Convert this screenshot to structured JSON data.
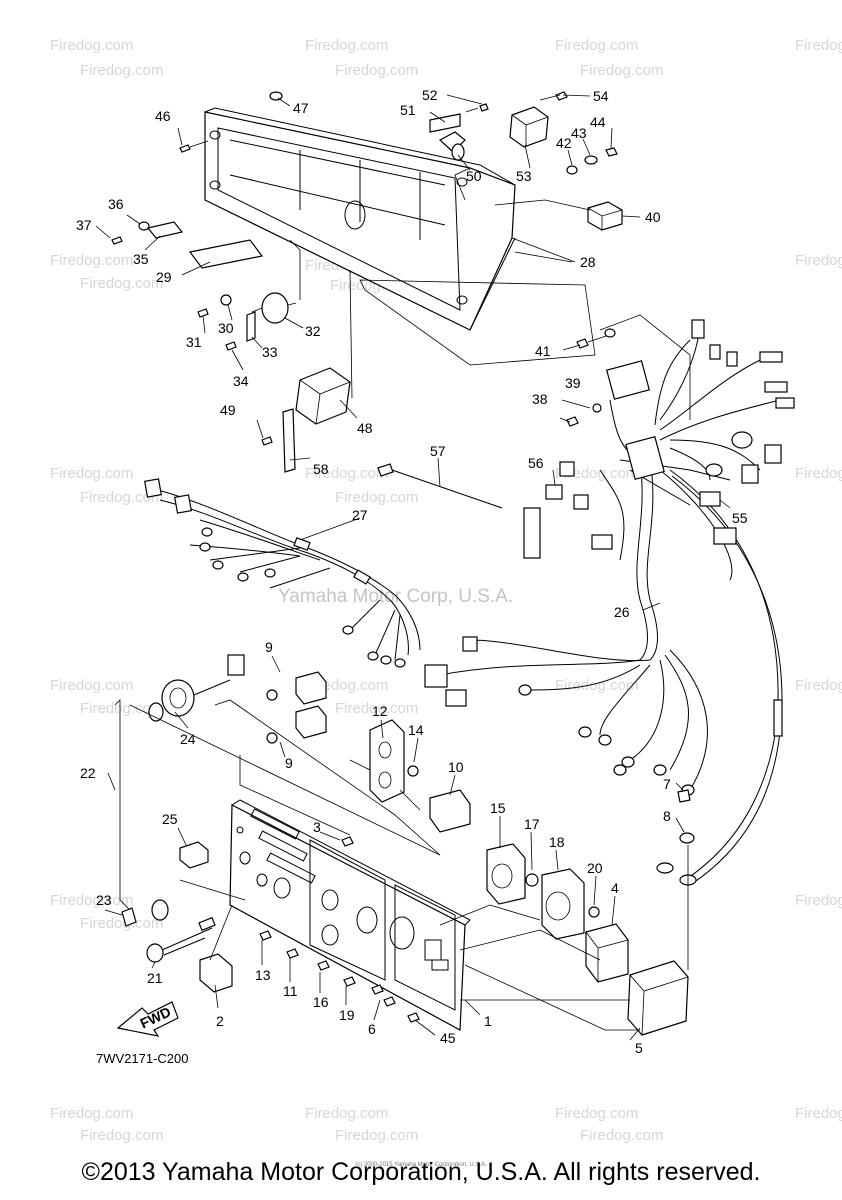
{
  "watermark": {
    "small_text": "Firedog.com",
    "mid_text": "Yamaha Motor Corp, U.S.A."
  },
  "diagram": {
    "code": "7WV2171-C200",
    "fwd_label": "FWD",
    "part_labels": [
      "1",
      "2",
      "3",
      "4",
      "5",
      "6",
      "7",
      "8",
      "9",
      "9",
      "10",
      "11",
      "12",
      "13",
      "14",
      "15",
      "16",
      "17",
      "18",
      "19",
      "20",
      "21",
      "22",
      "23",
      "24",
      "25",
      "26",
      "27",
      "28",
      "29",
      "30",
      "31",
      "32",
      "33",
      "34",
      "35",
      "36",
      "37",
      "38",
      "39",
      "40",
      "41",
      "42",
      "43",
      "44",
      "45",
      "46",
      "47",
      "48",
      "49",
      "50",
      "51",
      "52",
      "53",
      "54",
      "55",
      "56",
      "57",
      "58"
    ]
  },
  "footer": {
    "copyright": "©2013 Yamaha Motor Corporation, U.S.A. All rights reserved.",
    "fine_print": "(c) 2000-2015 Yamaha Motor Corporation, U.S.A."
  }
}
